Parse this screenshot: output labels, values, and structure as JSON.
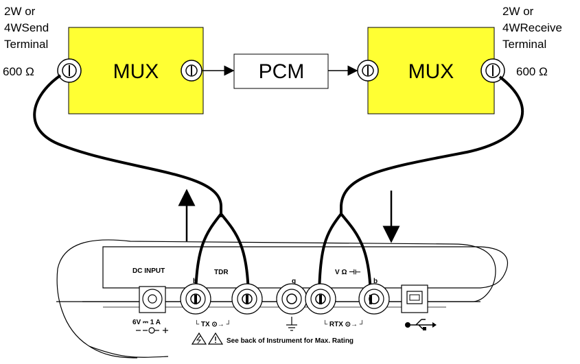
{
  "send_terminal": {
    "line1": "2W or",
    "line2": "4WSend",
    "line3": "Terminal",
    "impedance": "600 Ω"
  },
  "receive_terminal": {
    "line1": "2W or",
    "line2": "4WReceive",
    "line3": "Terminal",
    "impedance": "600 Ω"
  },
  "mux_left": {
    "label": "MUX"
  },
  "mux_right": {
    "label": "MUX"
  },
  "pcm": {
    "label": "PCM"
  },
  "instrument": {
    "dc_input": "DC INPUT",
    "tdr": "TDR",
    "b_left": "b",
    "g": "g",
    "v_ohm": "V  Ω ⊣⊢",
    "b_right": "b",
    "power": "6V ⎓ 1 A",
    "tx": "└  TX  ⊙→  ┘",
    "rtx": "└  RTX  ⊙→  ┘",
    "warning": "See back of Instrument for Max. Rating"
  },
  "colors": {
    "mux_fill": "#ffff33",
    "line": "#000000"
  }
}
